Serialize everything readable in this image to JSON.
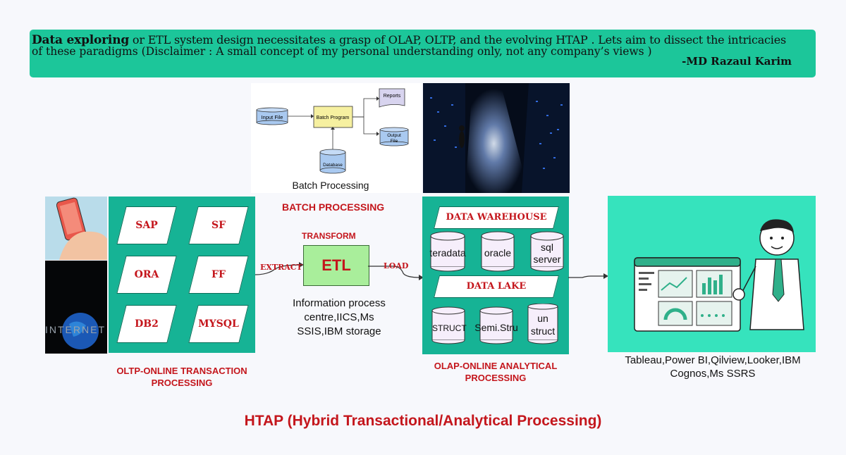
{
  "banner": {
    "line1_bold": "Data exploring",
    "line1_rest": " or ETL system design necessitates a grasp of OLAP, OLTP, and the evolving HTAP . Lets aim to dissect the intricacies",
    "line2": "of these paradigms (Disclaimer : A small concept of my personal understanding only, not any company’s views )",
    "author": "-MD Razaul Karim"
  },
  "batch_diagram": {
    "input_file": "Input File",
    "batch_program": "Batch Program",
    "reports": "Reports",
    "output_file_1": "Output",
    "output_file_2": "File",
    "database": "Database",
    "caption": "Batch Processing"
  },
  "batch_processing_title": "BATCH PROCESSING",
  "oltp": {
    "sources": [
      "SAP",
      "SF",
      "ORA",
      "FF",
      "DB2",
      "MYSQL"
    ],
    "label_line1": "OLTP-ONLINE TRANSACTION",
    "label_line2": "PROCESSING",
    "internet_text": "INTERNET"
  },
  "flow": {
    "extract": "EXTRACT",
    "transform": "TRANSFORM",
    "etl": "ETL",
    "load": "LOAD",
    "etl_desc_1": "Information process",
    "etl_desc_2": "centre,IICS,Ms",
    "etl_desc_3": "SSIS,IBM storage"
  },
  "olap": {
    "data_warehouse": "DATA WAREHOUSE",
    "dw_dbs": [
      "teradata",
      "oracle",
      "sql server"
    ],
    "data_lake": "DATA LAKE",
    "lake_dbs": [
      "STRUCT",
      "Semi.Stru",
      "un struct"
    ],
    "label_line1": "OLAP-ONLINE ANALYTICAL",
    "label_line2": "PROCESSING"
  },
  "bi": {
    "tools_line1": "Tableau,Power BI,Qilview,Looker,IBM",
    "tools_line2": "Cognos,Ms SSRS"
  },
  "htap_title": "HTAP (Hybrid Transactional/Analytical Processing)",
  "colors": {
    "teal": "#1cc69a",
    "panel": "#16b395",
    "red": "#c4161c",
    "etl_green": "#a9ee9b"
  }
}
